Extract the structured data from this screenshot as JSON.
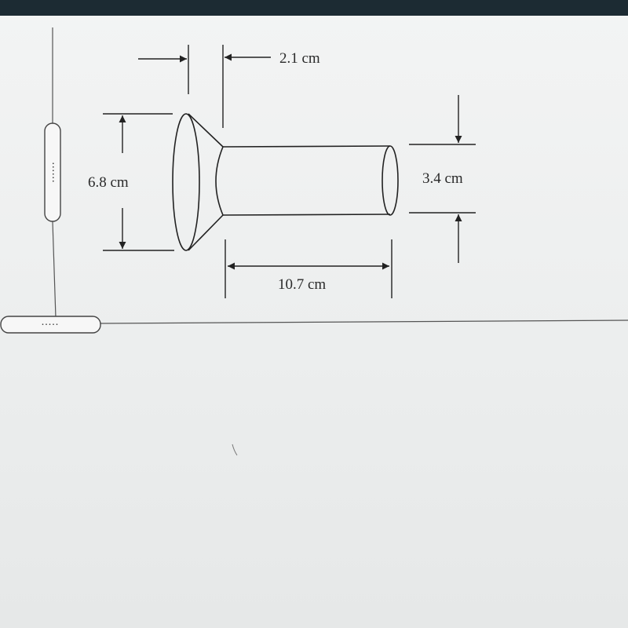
{
  "colors": {
    "background": "#eef0f1",
    "bezel": "#1c2b33",
    "ink": "#222222"
  },
  "diagram": {
    "labels": {
      "flange_thickness": "2.1 cm",
      "flange_diameter": "6.8 cm",
      "tube_diameter": "3.4 cm",
      "tube_length": "10.7 cm"
    },
    "scrollbars": {
      "vertical_thumb_dots": "......",
      "horizontal_thumb_dots": "....."
    }
  }
}
